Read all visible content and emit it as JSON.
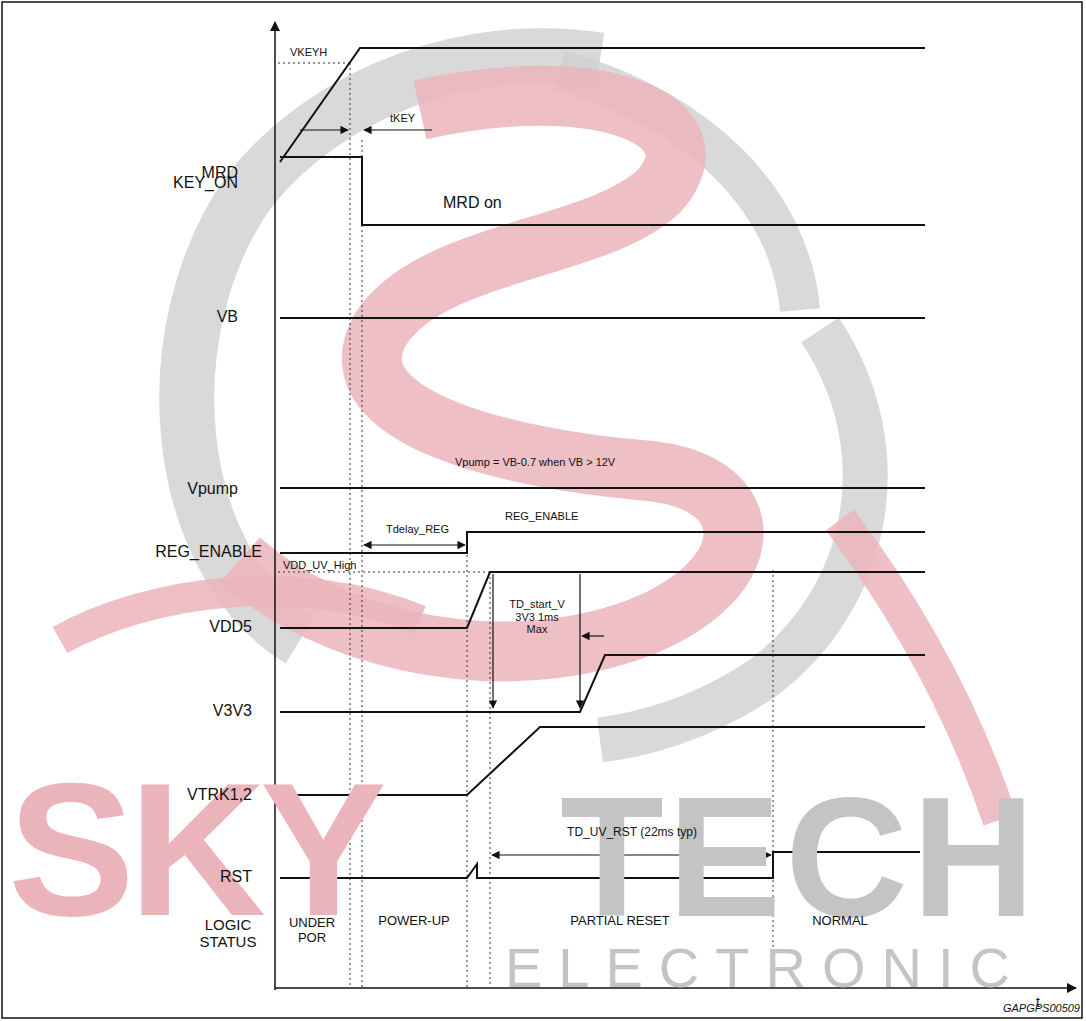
{
  "diagram": {
    "labels": [
      "VKEYH",
      "KEY_ON",
      "tKEY",
      "MRD",
      "MRD on",
      "VB",
      "Vpump = VB-0.7 when VB > 12V",
      "Vpump",
      "Tdelay_REG",
      "REG_ENABLE",
      "REG_ENABLE",
      "VDD_UV_High",
      "VDD5",
      "TD_start_V 3V3 1ms Max",
      "V3V3",
      "VTRK1,2",
      "TD_UV_RST (22ms typ)",
      "RST",
      "LOGIC STATUS",
      "UNDER POR",
      "POWER-UP",
      "PARTIAL RESET",
      "NORMAL",
      "t",
      "GAPGPS00509",
      "SKY",
      "TECH",
      "ELECTRONIC"
    ]
  }
}
